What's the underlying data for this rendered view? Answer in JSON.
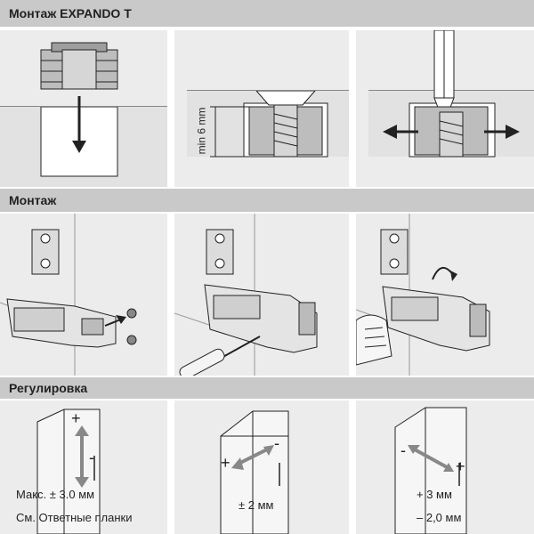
{
  "sections": {
    "expando": {
      "title": "Монтаж EXPANDO T"
    },
    "mount": {
      "title": "Монтаж"
    },
    "adjust": {
      "title": "Регулировка"
    }
  },
  "expando_panels": {
    "depth_label_min": "min",
    "depth_label_value": "6 mm"
  },
  "adjust_panels": {
    "left": {
      "plus": "+",
      "minus": "-",
      "caption_line1": "Макс. ± 3.0 мм",
      "caption_line2": "См. Ответные планки"
    },
    "middle": {
      "plus": "+",
      "minus": "-",
      "caption": "± 2 мм"
    },
    "right": {
      "plus": "+",
      "minus": "-",
      "caption_line1": "+ 3 мм",
      "caption_line2": "– 2,0 мм"
    }
  },
  "colors": {
    "header_bg": "#c9c9c9",
    "panel_bg": "#ececec",
    "line": "#222222"
  }
}
